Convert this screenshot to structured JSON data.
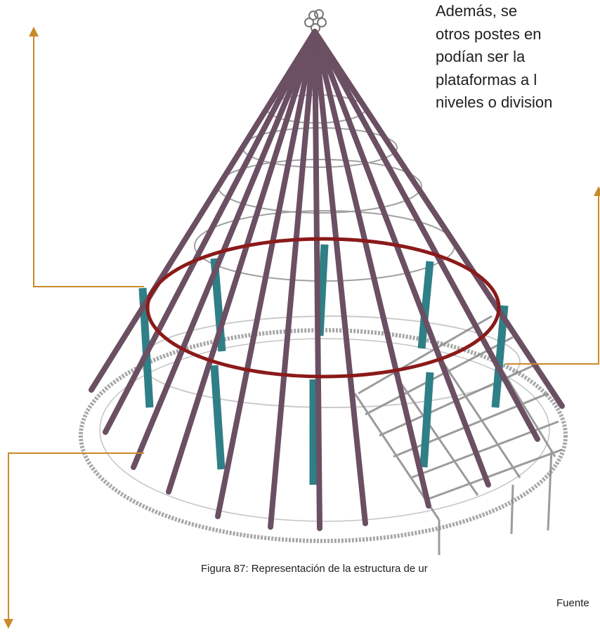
{
  "text_block": {
    "lines": [
      "Además,     se",
      "otros postes en",
      "podían     ser     la",
      "plataformas  a  l",
      "niveles o division"
    ]
  },
  "caption": "Figura 87: Representación de la estructura de ur",
  "source": "Fuente",
  "colors": {
    "rafters": "#6b4f63",
    "ring": "#8b1a1a",
    "posts": "#2f7f86",
    "arrows": "#c98a2a",
    "sketch": "#7a7a7a"
  }
}
